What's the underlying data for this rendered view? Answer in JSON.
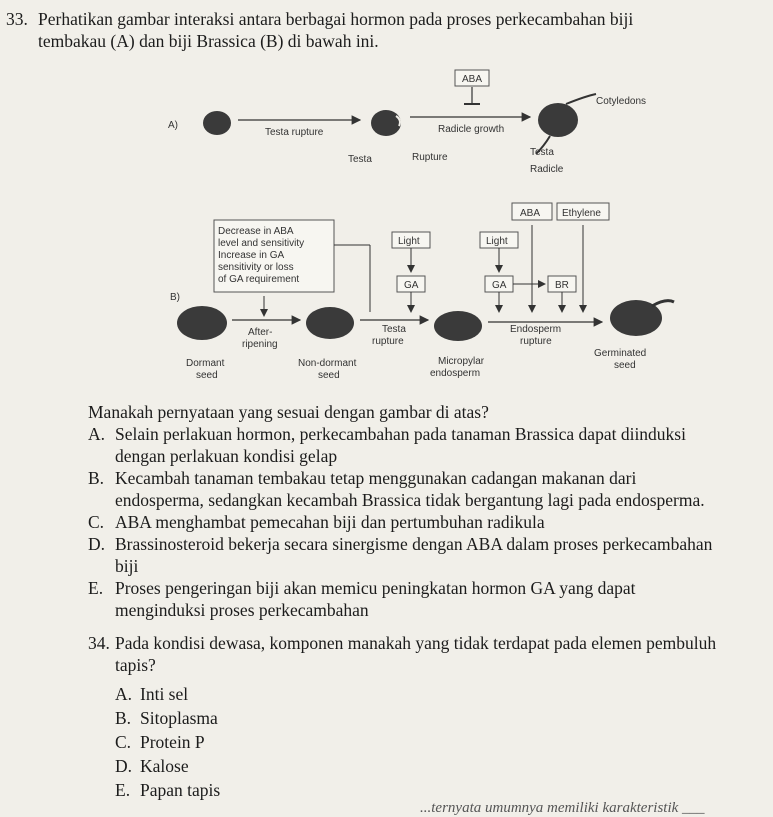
{
  "q33": {
    "number": "33.",
    "stem_line1": "Perhatikan gambar interaksi antara berbagai hormon pada proses perkecambahan biji",
    "stem_line2": "tembakau (A) dan biji Brassica (B) di bawah ini.",
    "question": "Manakah pernyataan yang sesuai dengan gambar di atas?",
    "options": [
      {
        "letter": "A.",
        "line1": "Selain perlakuan hormon, perkecambahan pada tanaman Brassica dapat diinduksi",
        "line2": "dengan perlakuan kondisi gelap"
      },
      {
        "letter": "B.",
        "line1": "Kecambah tanaman tembakau tetap menggunakan cadangan makanan dari",
        "line2": "endosperma, sedangkan kecambah Brassica tidak bergantung lagi pada endosperma."
      },
      {
        "letter": "C.",
        "line1": "ABA menghambat pemecahan biji dan pertumbuhan radikula",
        "line2": ""
      },
      {
        "letter": "D.",
        "line1": "Brassinosteroid bekerja secara sinergisme dengan ABA dalam proses perkecambahan",
        "line2": "biji"
      },
      {
        "letter": "E.",
        "line1": "Proses pengeringan biji akan memicu peningkatan hormon GA yang dapat",
        "line2": "menginduksi proses perkecambahan"
      }
    ]
  },
  "diagram": {
    "panel_a": {
      "label": "A)",
      "aba": "ABA",
      "testa_rupture": "Testa rupture",
      "radicle_growth": "Radicle growth",
      "cotyledons": "Cotyledons",
      "testa1": "Testa",
      "rupture": "Rupture",
      "testa2": "Testa",
      "radicle": "Radicle"
    },
    "panel_b": {
      "label": "B)",
      "aba": "ABA",
      "ethylene": "Ethylene",
      "decrease_1": "Decrease in ABA",
      "decrease_2": "level and sensitivity",
      "decrease_3": "Increase in GA",
      "decrease_4": "sensitivity or loss",
      "decrease_5": "of GA requirement",
      "light1": "Light",
      "light2": "Light",
      "ga1": "GA",
      "ga2": "GA",
      "br": "BR",
      "after_1": "After-",
      "after_2": "ripening",
      "testa_1": "Testa",
      "testa_2": "rupture",
      "endo_1": "Endosperm",
      "endo_2": "rupture",
      "dormant_1": "Dormant",
      "dormant_2": "seed",
      "nondormant_1": "Non-dormant",
      "nondormant_2": "seed",
      "micro_1": "Micropylar",
      "micro_2": "endosperm",
      "germ_1": "Germinated",
      "germ_2": "seed"
    }
  },
  "q34": {
    "number": "34.",
    "stem_line1": "Pada kondisi dewasa, komponen manakah yang tidak terdapat pada elemen pembuluh",
    "stem_line2": "tapis?",
    "options": [
      {
        "letter": "A.",
        "text": "Inti sel"
      },
      {
        "letter": "B.",
        "text": "Sitoplasma"
      },
      {
        "letter": "C.",
        "text": "Protein P"
      },
      {
        "letter": "D.",
        "text": "Kalose"
      },
      {
        "letter": "E.",
        "text": "Papan tapis"
      }
    ]
  },
  "footer_fragment": "...ternyata umumnya memiliki karakteristik ___"
}
